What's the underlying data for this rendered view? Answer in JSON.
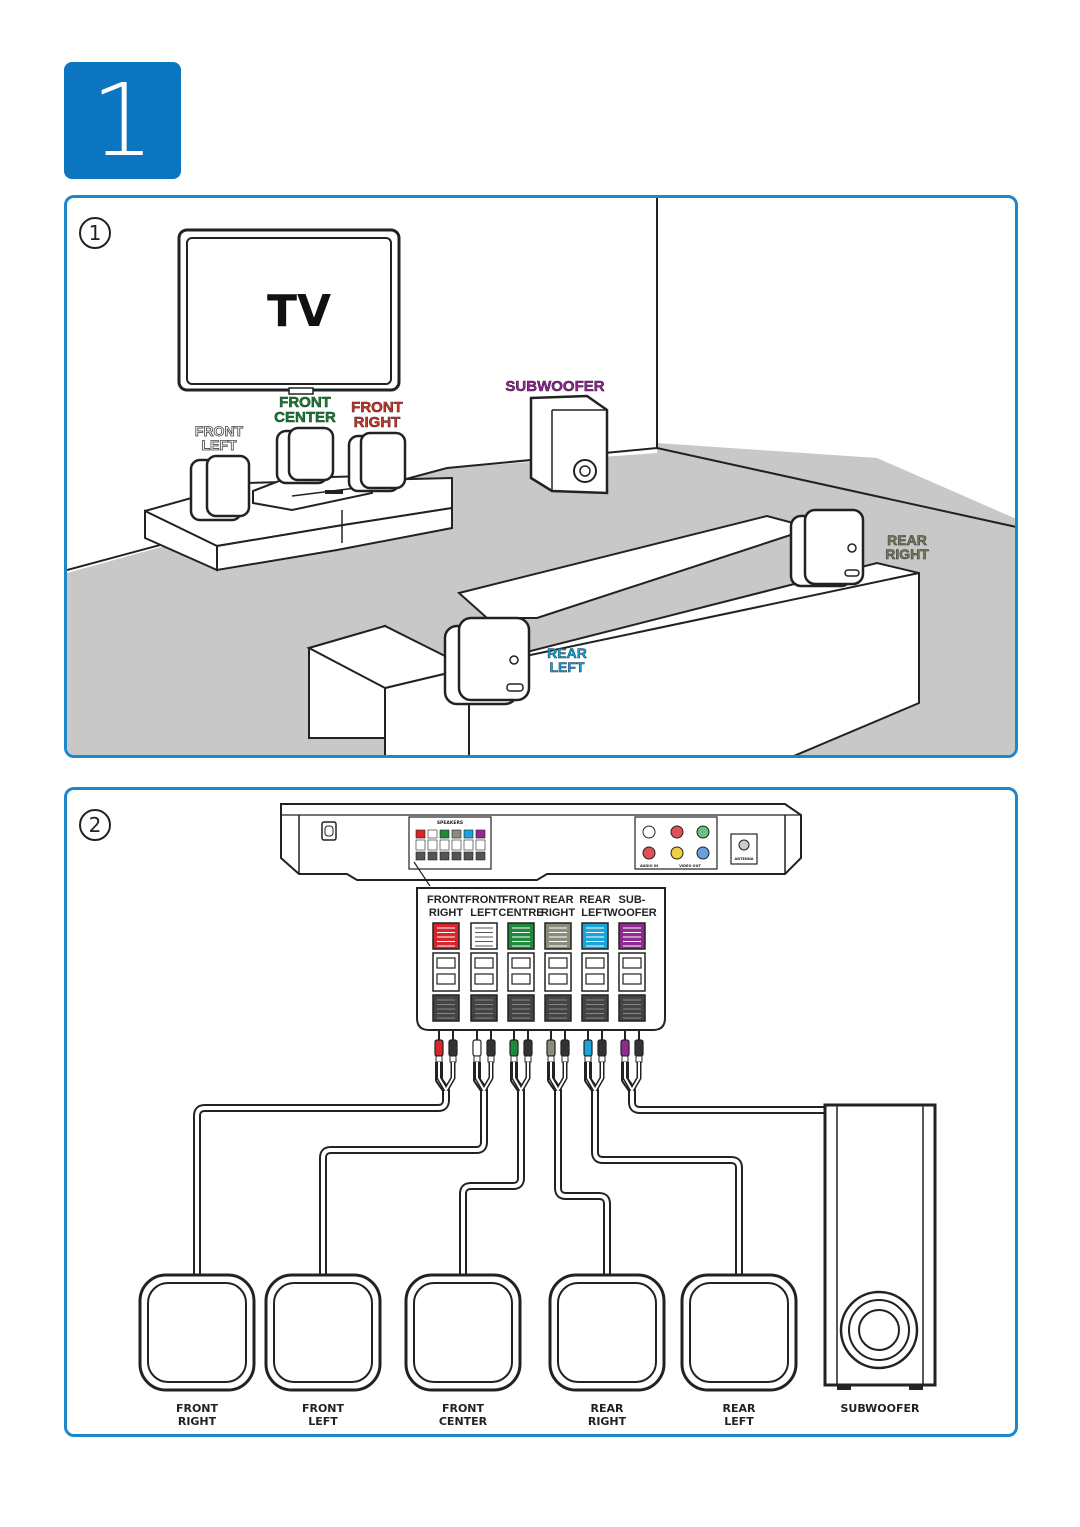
{
  "step_number": "1",
  "panel1": {
    "index": "1",
    "tv_label": "TV",
    "speakers": {
      "subwoofer": "SUBWOOFER",
      "front_center": [
        "FRONT",
        "CENTER"
      ],
      "front_right": [
        "FRONT",
        "RIGHT"
      ],
      "front_left": [
        "FRONT",
        "LEFT"
      ],
      "rear_right": [
        "REAR",
        "RIGHT"
      ],
      "rear_left": [
        "REAR",
        "LEFT"
      ]
    }
  },
  "panel2": {
    "index": "2",
    "back_panel": {
      "speakers_header": "SPEAKERS",
      "audio_in": "AUDIO IN",
      "video_out": "VIDEO OUT",
      "antenna": "ANTENNA"
    },
    "connectors": [
      {
        "line1": "FRONT",
        "line2": "RIGHT",
        "color": "#d6262b"
      },
      {
        "line1": "FRONT",
        "line2": "LEFT",
        "color": "#ffffff"
      },
      {
        "line1": "FRONT",
        "line2": "CENTRE",
        "color": "#1f8a3c"
      },
      {
        "line1": "REAR",
        "line2": "RIGHT",
        "color": "#8c8c7a"
      },
      {
        "line1": "REAR",
        "line2": "LEFT",
        "color": "#1aa3d9"
      },
      {
        "line1": "SUB-",
        "line2": "WOOFER",
        "color": "#8e2a90"
      }
    ],
    "speaker_labels": [
      {
        "line1": "FRONT",
        "line2": "RIGHT"
      },
      {
        "line1": "FRONT",
        "line2": "LEFT"
      },
      {
        "line1": "FRONT",
        "line2": "CENTER"
      },
      {
        "line1": "REAR",
        "line2": "RIGHT"
      },
      {
        "line1": "REAR",
        "line2": "LEFT"
      }
    ],
    "subwoofer_label": "SUBWOOFER"
  },
  "colors": {
    "accent": "#0b75c0",
    "panel_border": "#1c87c9",
    "floor": "#c9c9c9",
    "front_center": "#1f7a3a",
    "front_right": "#c0392b",
    "subwoofer": "#8e2a90",
    "rear_left": "#1aa3d9",
    "rear_right": "#7a7a5a",
    "front_left": "#ffffff"
  }
}
